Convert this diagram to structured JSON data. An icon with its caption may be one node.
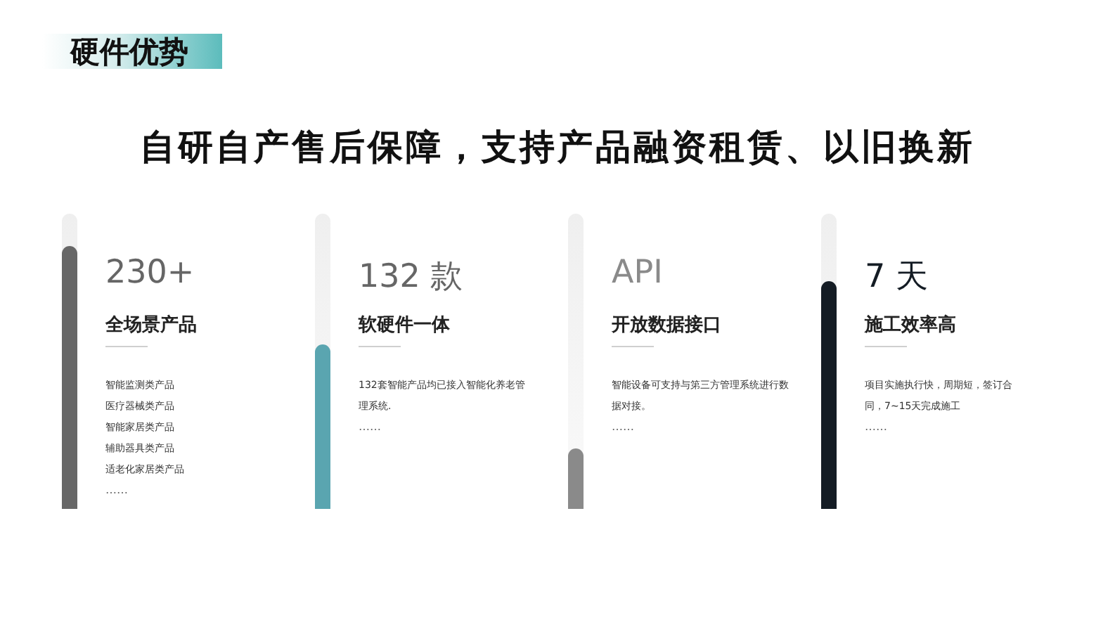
{
  "diagram": {
    "title": "硬件优势",
    "labels": [
      "自研自产售后保障，支持产品融资租赁、以旧换新",
      "230+",
      "全场景产品",
      "智能监测类产品",
      "医疗器械类产品",
      "智能家居类产品",
      "辅助器具类产品",
      "适老化家居类产品",
      "……",
      "132 款",
      "软硬件一体",
      "132套智能产品均已接入智能化养老管理系统.",
      "……",
      "API",
      "开放数据接口",
      "智能设备可支持与第三方管理系统进行数据对接。",
      "……",
      "7 天",
      "施工效率高",
      "项目实施执行快，周期短，签订合同，7~15天完成施工",
      "……"
    ]
  }
}
